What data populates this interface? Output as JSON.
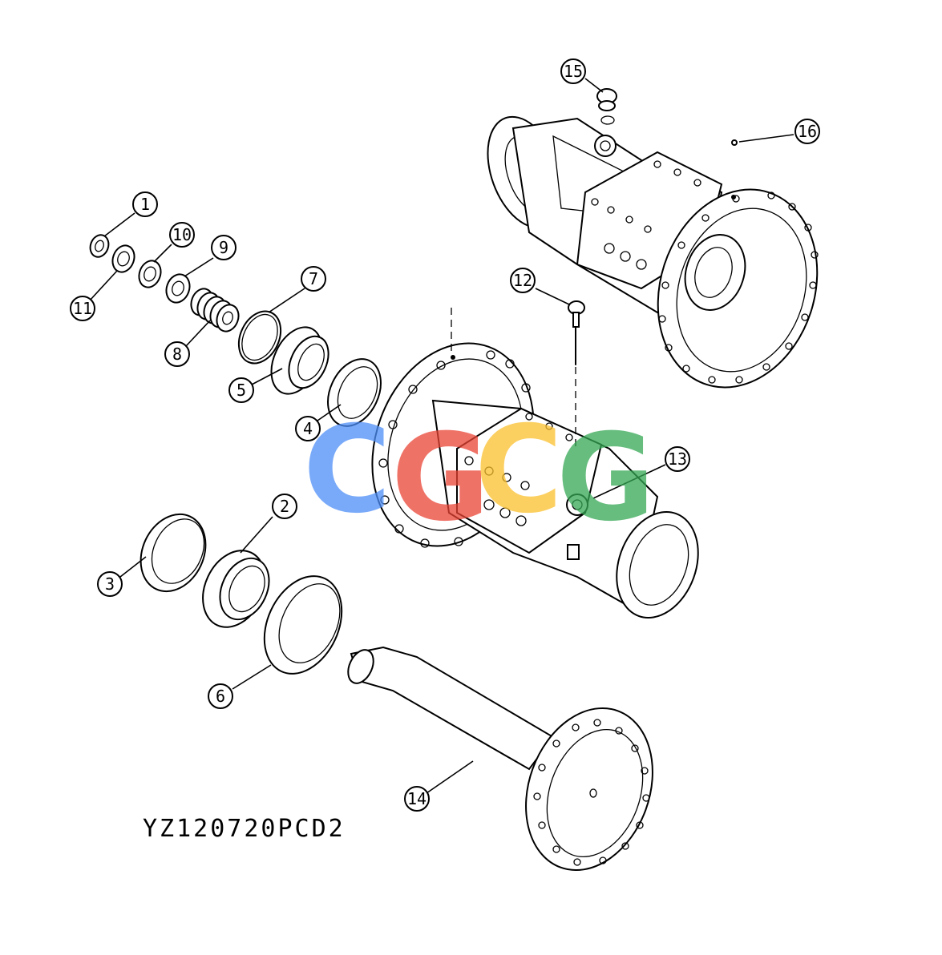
{
  "drawing_code": "YZ120720PCD2",
  "callouts": [
    {
      "id": "1",
      "label": "1"
    },
    {
      "id": "2",
      "label": "2"
    },
    {
      "id": "3",
      "label": "3"
    },
    {
      "id": "4",
      "label": "4"
    },
    {
      "id": "5",
      "label": "5"
    },
    {
      "id": "6",
      "label": "6"
    },
    {
      "id": "7",
      "label": "7"
    },
    {
      "id": "8",
      "label": "8"
    },
    {
      "id": "9",
      "label": "9"
    },
    {
      "id": "10",
      "label": "10"
    },
    {
      "id": "11",
      "label": "11"
    },
    {
      "id": "12",
      "label": "12"
    },
    {
      "id": "13",
      "label": "13"
    },
    {
      "id": "14",
      "label": "14"
    },
    {
      "id": "15",
      "label": "15"
    },
    {
      "id": "16",
      "label": "16"
    }
  ],
  "watermark": {
    "letters": [
      "C",
      "G",
      "C",
      "G"
    ],
    "colors": [
      "#4d8ef7",
      "#ea4335",
      "#fbc02d",
      "#34a853"
    ]
  }
}
